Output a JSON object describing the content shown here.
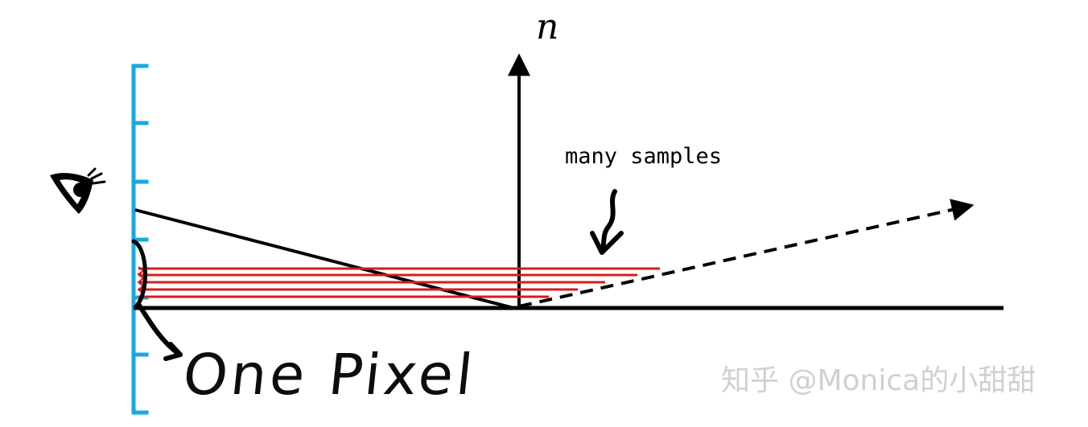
{
  "labels": {
    "normal": "n",
    "samples": "many samples",
    "pixel": "One Pixel"
  },
  "watermark": "知乎 @Monica的小甜甜",
  "colors": {
    "line": "#000000",
    "screen": "#1aa7e0",
    "samples": "#d81b1b",
    "watermark": "#c8c8c8"
  },
  "icons": {
    "viewer": "eye-icon",
    "samples_pointer": "squiggle-arrow-icon",
    "pixel_pointer": "curved-arrow-icon"
  }
}
